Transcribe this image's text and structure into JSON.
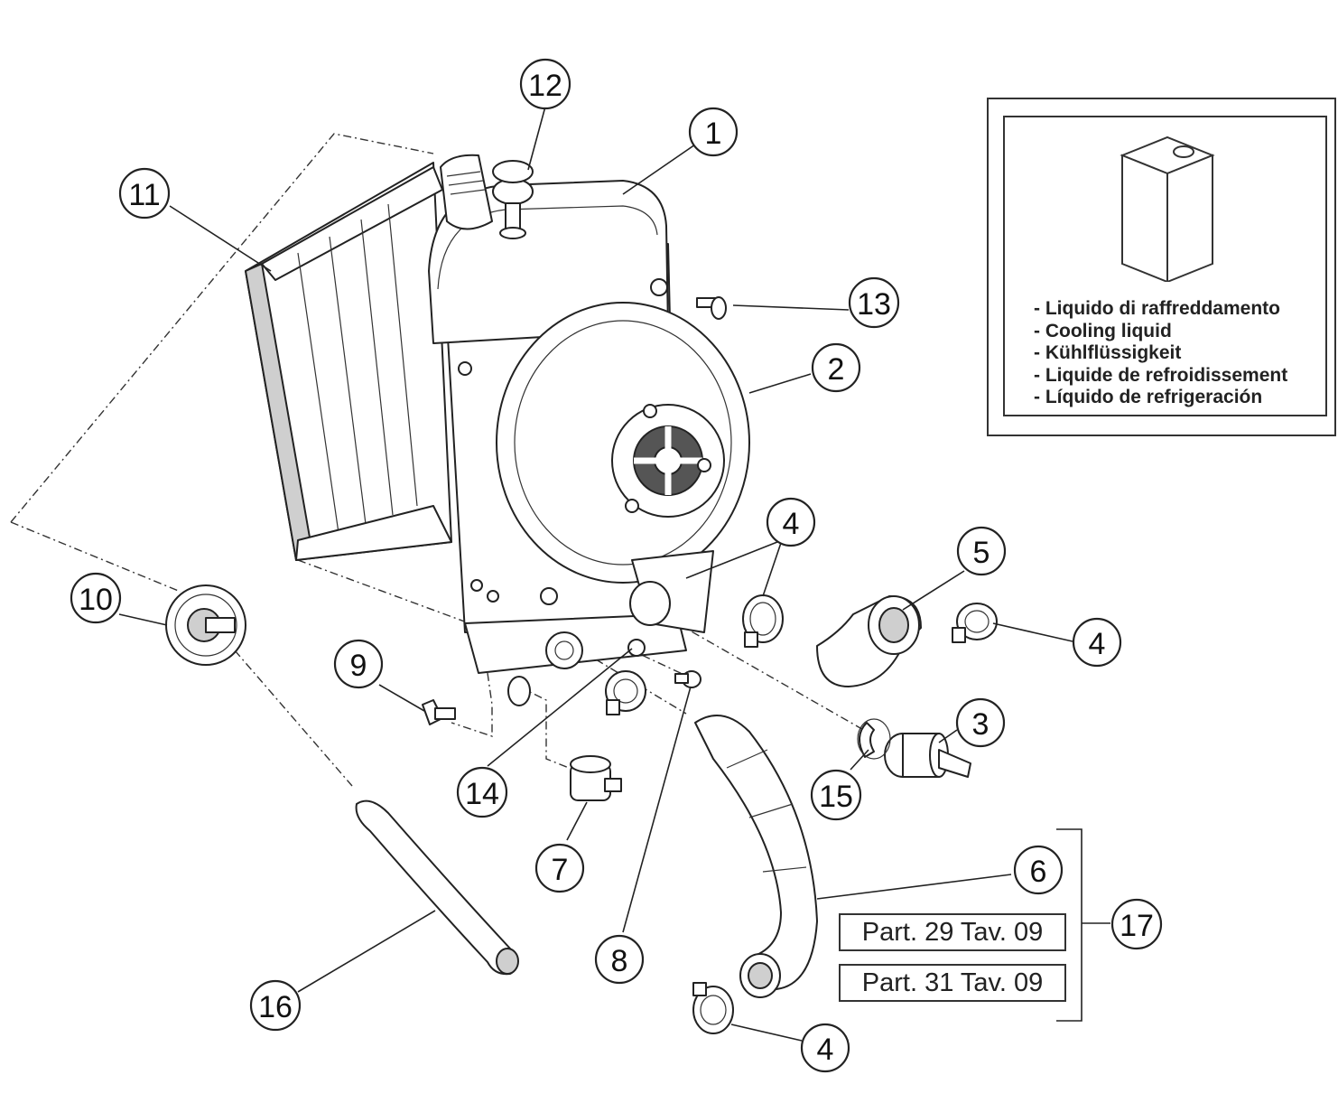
{
  "legend": {
    "items": [
      "- Liquido di raffreddamento",
      "- Cooling liquid",
      "- Kühlflüssigkeit",
      "- Liquide de refroidissement",
      "- Líquido de refrigeración"
    ]
  },
  "references": {
    "ref_1": "Part. 29 Tav. 09",
    "ref_2": "Part. 31 Tav. 09"
  },
  "callouts": [
    {
      "label": "1"
    },
    {
      "label": "2"
    },
    {
      "label": "3"
    },
    {
      "label": "4"
    },
    {
      "label": "4"
    },
    {
      "label": "4"
    },
    {
      "label": "4"
    },
    {
      "label": "5"
    },
    {
      "label": "6"
    },
    {
      "label": "7"
    },
    {
      "label": "8"
    },
    {
      "label": "9"
    },
    {
      "label": "10"
    },
    {
      "label": "11"
    },
    {
      "label": "12"
    },
    {
      "label": "13"
    },
    {
      "label": "14"
    },
    {
      "label": "15"
    },
    {
      "label": "16"
    },
    {
      "label": "17"
    }
  ]
}
